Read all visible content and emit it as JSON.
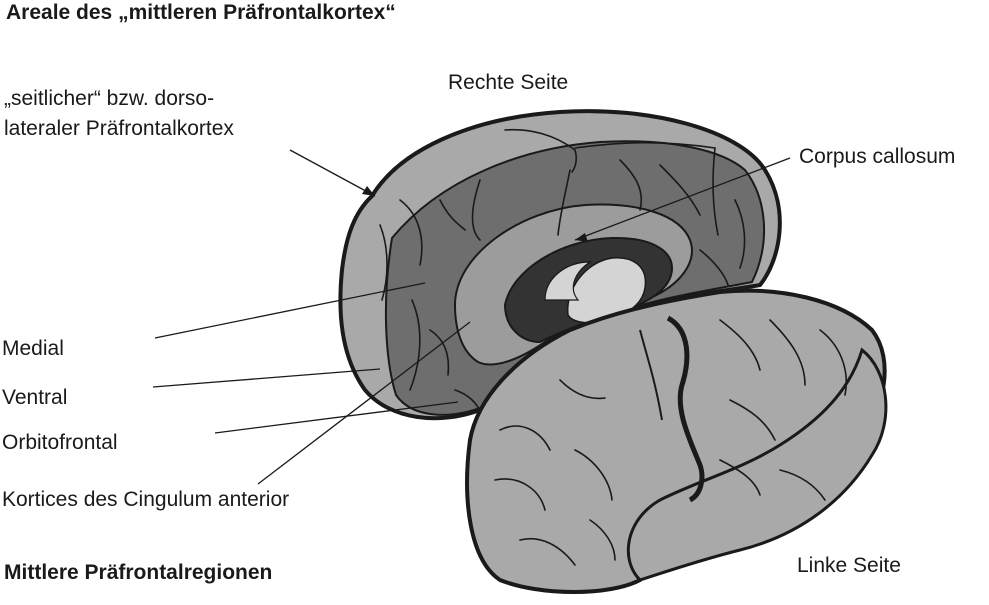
{
  "figure": {
    "title": "Areale des „mittleren Präfrontalkortex“",
    "subtitle": "Mittlere Präfrontalregionen"
  },
  "labels": {
    "dorsolateral_line1": "„seitlicher“ bzw. dorso-",
    "dorsolateral_line2": "lateraler Präfrontalkortex",
    "right_side": "Rechte Seite",
    "corpus_callosum": "Corpus callosum",
    "medial": "Medial",
    "ventral": "Ventral",
    "orbitofrontal": "Orbitofrontal",
    "cingulum": "Kortices des Cingulum anterior",
    "left_side": "Linke Seite"
  },
  "colors": {
    "background": "#ffffff",
    "outline": "#1a1a1a",
    "cortex_light": "#a9a9a9",
    "medial_region": "#6e6e6e",
    "cingulate": "#9c9c9c",
    "callosum_dark": "#333333",
    "callosum_light": "#d4d4d4"
  }
}
